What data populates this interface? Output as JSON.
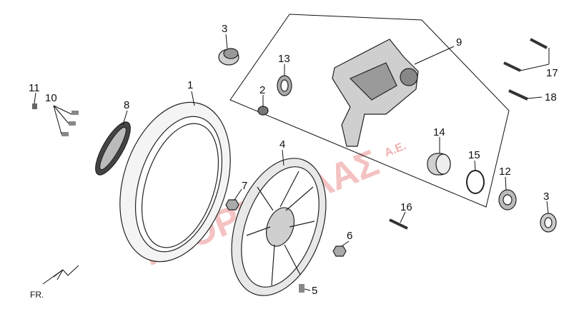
{
  "labels": {
    "p1": "1",
    "p2": "2",
    "p3a": "3",
    "p3b": "3",
    "p4": "4",
    "p5": "5",
    "p6": "6",
    "p7": "7",
    "p8": "8",
    "p9": "9",
    "p10": "10",
    "p11": "11",
    "p12": "12",
    "p13": "13",
    "p14": "14",
    "p15": "15",
    "p16": "16",
    "p17": "17",
    "p18": "18"
  },
  "direction_label": "FR.",
  "watermark": {
    "text": "ΓΚΟΡΓΚΟΛΑΣ",
    "suffix": "A.E."
  },
  "colors": {
    "line": "#111111",
    "part_fill": "#d9d9d9",
    "part_dark": "#555555",
    "watermark": "#e05050"
  }
}
